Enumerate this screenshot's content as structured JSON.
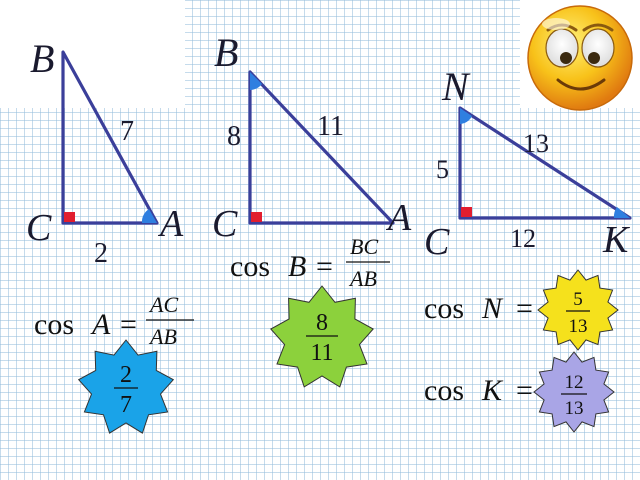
{
  "triangles": [
    {
      "vertices": {
        "top": "B",
        "right_angle": "C",
        "acute": "A"
      },
      "sides": {
        "hypotenuse": "7",
        "leg": "2"
      }
    },
    {
      "vertices": {
        "top": "B",
        "right_angle": "C",
        "acute": "A"
      },
      "sides": {
        "hypotenuse": "11",
        "leg": "8"
      }
    },
    {
      "vertices": {
        "top": "N",
        "right_angle": "C",
        "acute": "K"
      },
      "sides": {
        "hypotenuse": "13",
        "leg_vertical": "5",
        "leg_horizontal": "12"
      }
    }
  ],
  "formulas": {
    "cosA": {
      "fn": "cos",
      "arg": "A",
      "eq": "=",
      "num": "AC",
      "den": "AB"
    },
    "cosB": {
      "fn": "cos",
      "arg": "B",
      "eq": "=",
      "num": "BC",
      "den": "AB"
    },
    "cosN": {
      "fn": "cos",
      "arg": "N",
      "eq": "="
    },
    "cosK": {
      "fn": "cos",
      "arg": "K",
      "eq": "="
    }
  },
  "answers": {
    "cosA": {
      "num": "2",
      "den": "7",
      "color": "#1aa3e8"
    },
    "cosB": {
      "num": "8",
      "den": "11",
      "color": "#8cd13c"
    },
    "cosN": {
      "num": "5",
      "den": "13",
      "color": "#f5e11c"
    },
    "cosK": {
      "num": "12",
      "den": "13",
      "color": "#a9a5e6"
    }
  },
  "colors": {
    "triangle_stroke": "#3b3f9a",
    "right_angle_marker": "#e11d2e",
    "angle_arc": "#2f7fe0",
    "grid": "#96bedc"
  },
  "decorations": {
    "smiley": "smiley-face-icon"
  }
}
